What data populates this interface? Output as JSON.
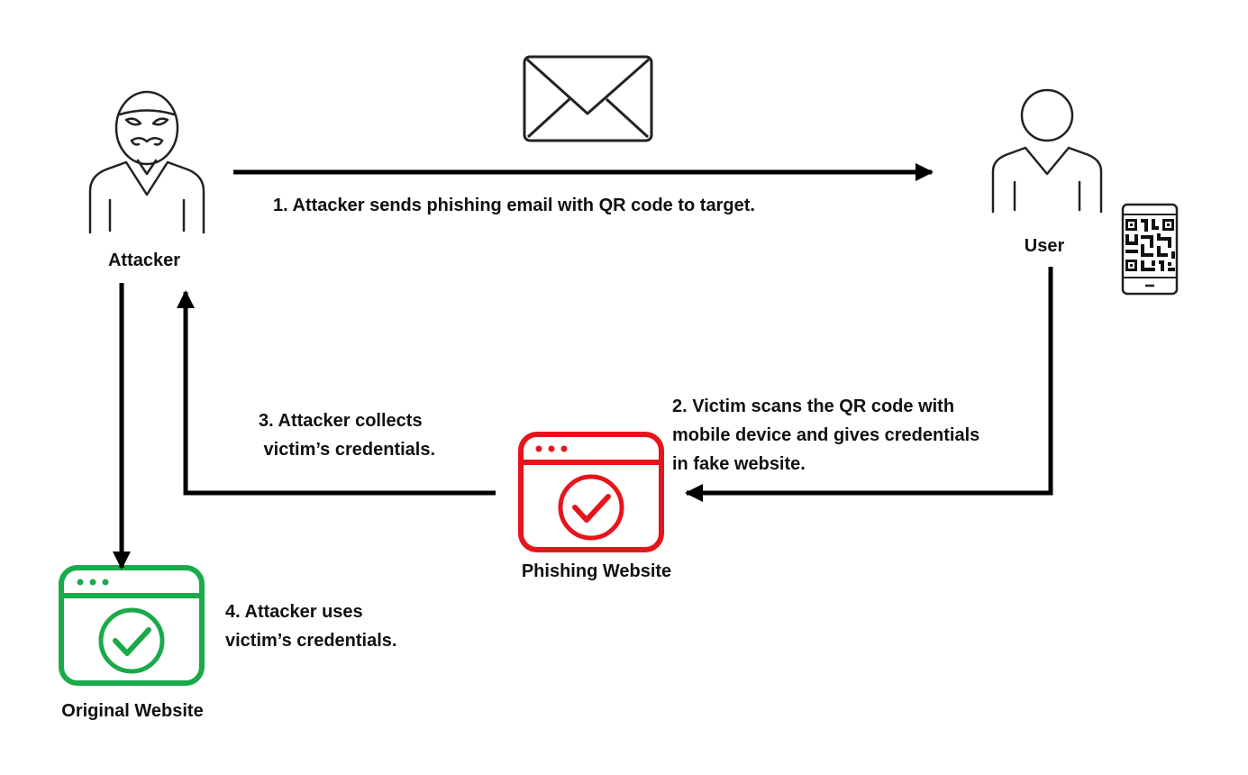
{
  "nodes": {
    "attacker": {
      "label": "Attacker"
    },
    "user": {
      "label": "User"
    },
    "phishing_site": {
      "label": "Phishing Website"
    },
    "original_site": {
      "label": "Original Website"
    }
  },
  "steps": {
    "step1": "1. Attacker sends phishing email with QR code to target.",
    "step2": "2. Victim scans the QR code with\nmobile device and gives credentials\nin fake website.",
    "step3": "3. Attacker collects\n victim’s credentials.",
    "step4": "4. Attacker uses\nvictim’s credentials."
  },
  "icons": {
    "attacker": "masked-person-icon",
    "user": "person-icon",
    "email": "envelope-icon",
    "phone": "phone-qr-icon",
    "phishing_site": "browser-check-icon",
    "original_site": "browser-check-icon"
  },
  "colors": {
    "phishing": "#e8141c",
    "original": "#1aaa4a",
    "line": "#222222",
    "text": "#111111"
  }
}
